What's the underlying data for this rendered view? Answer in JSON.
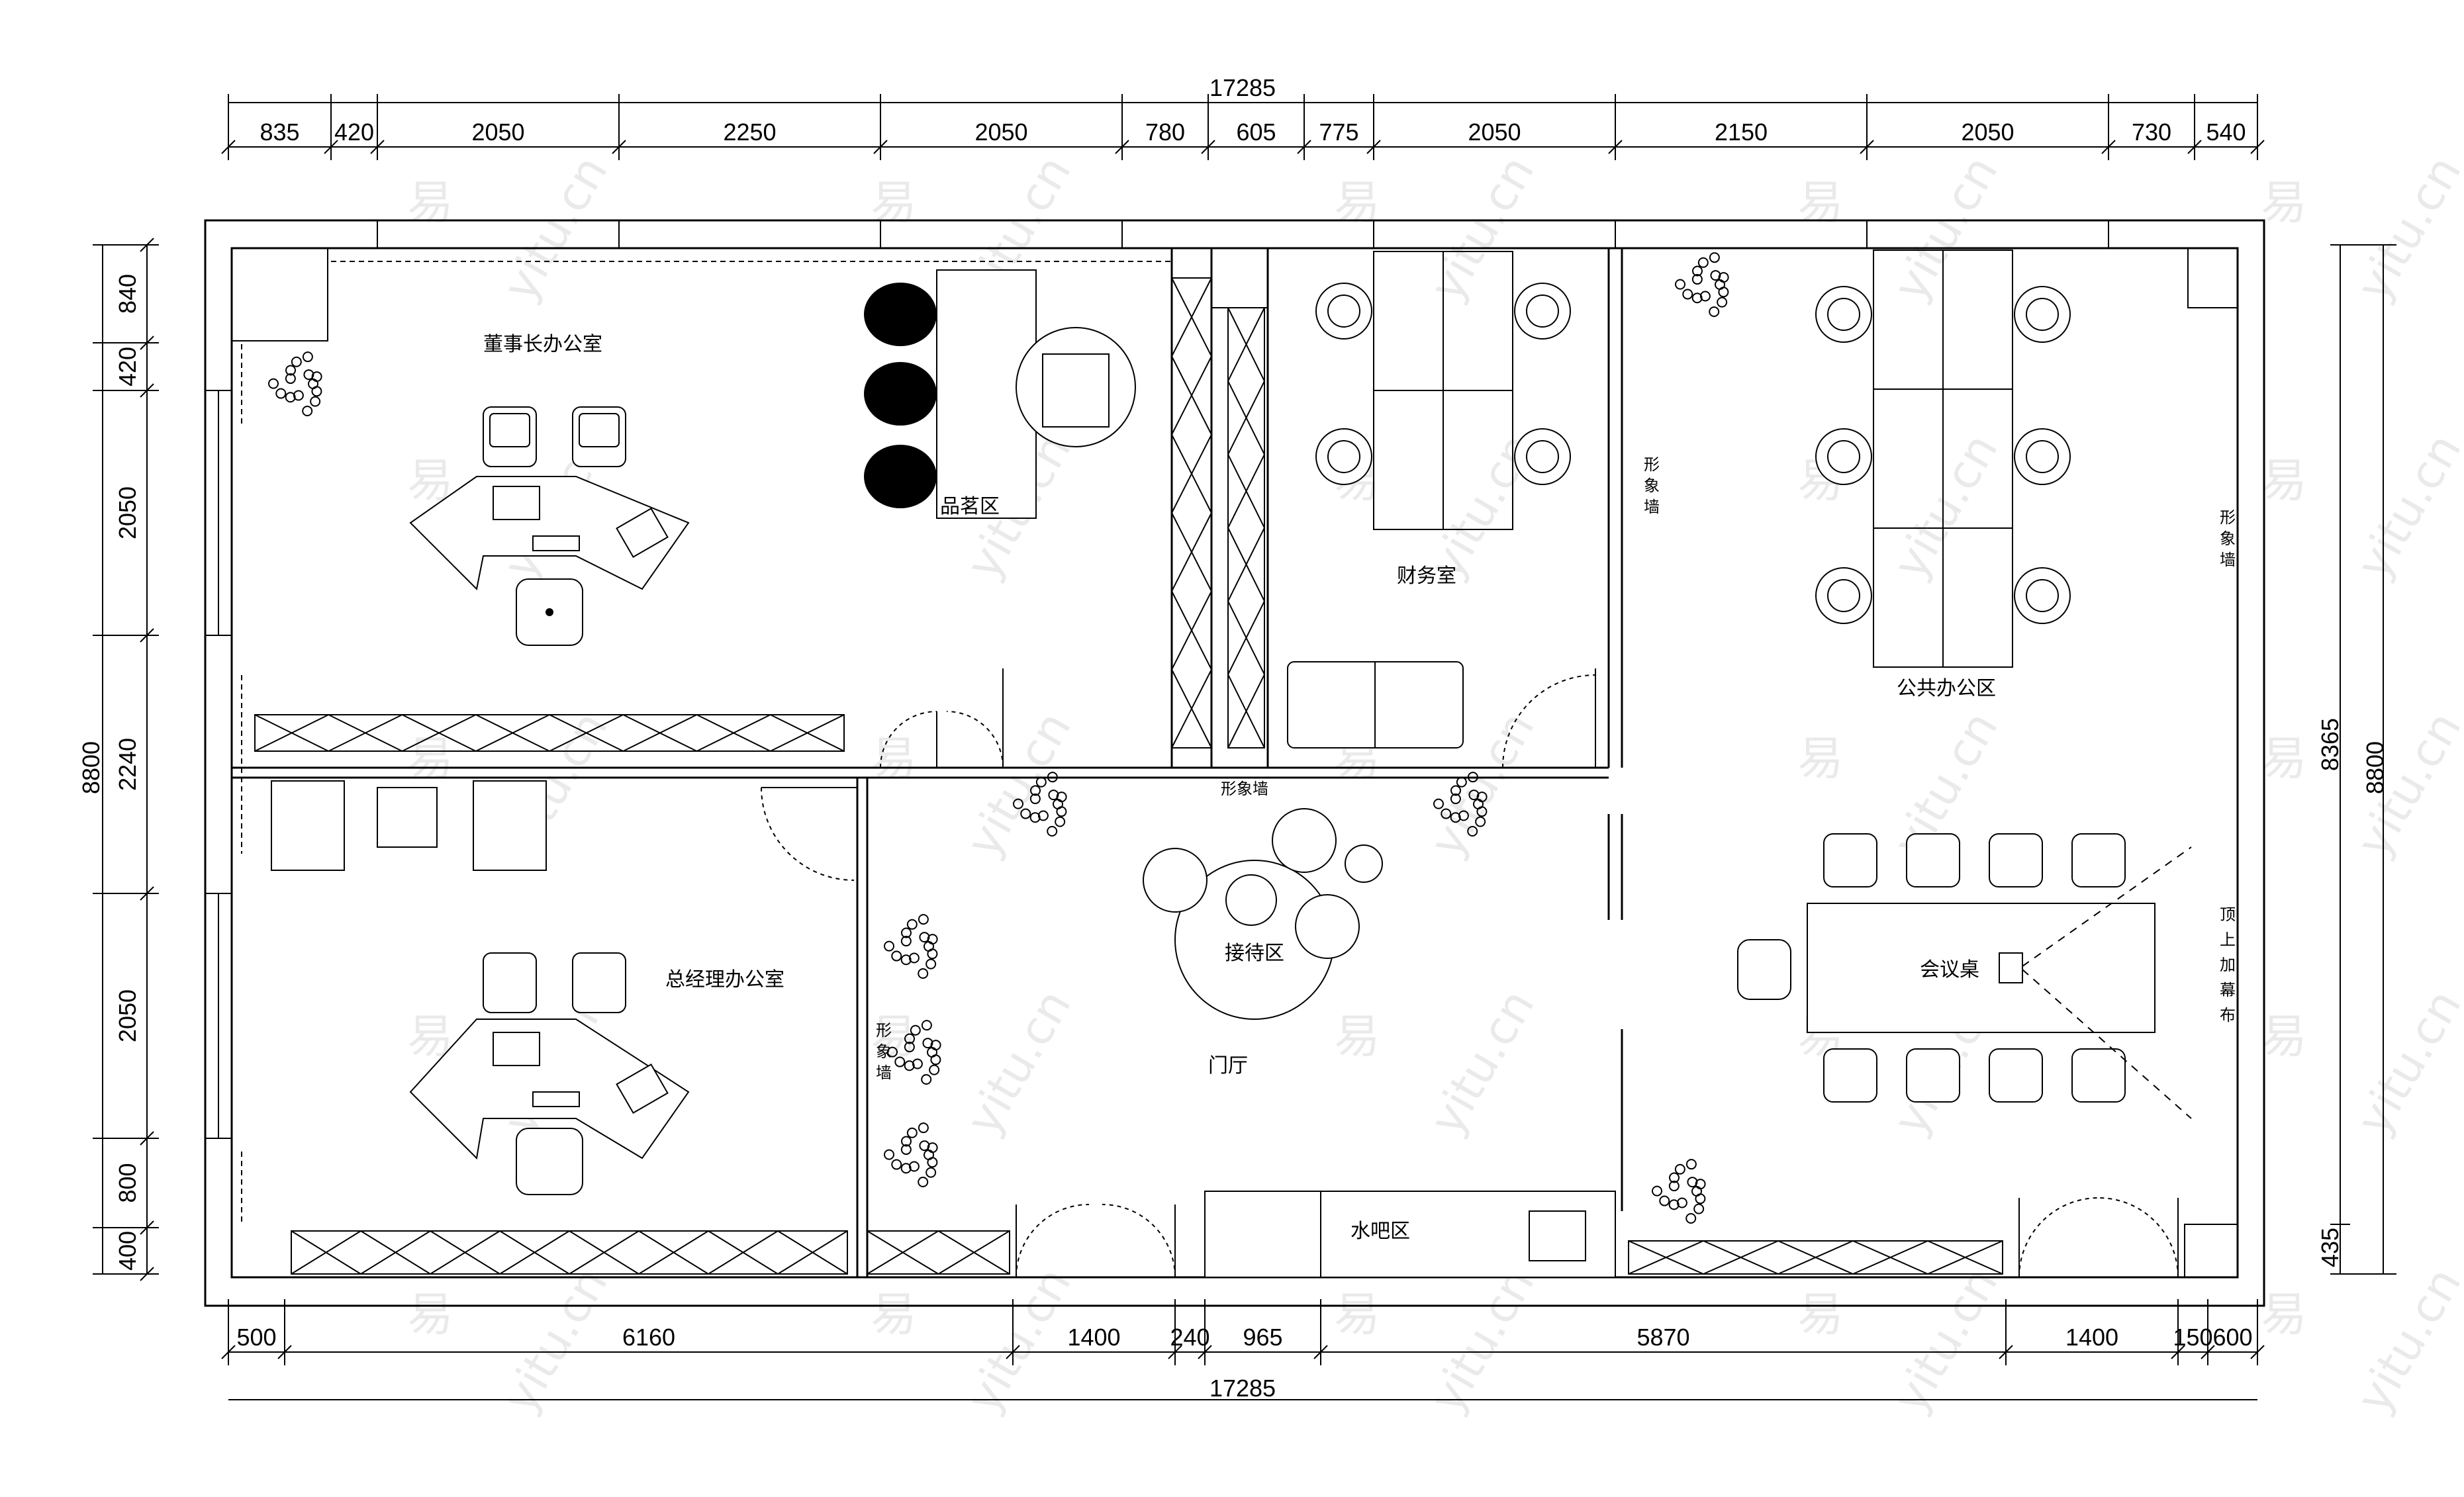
{
  "dimensions": {
    "top_total": "17285",
    "bottom_total": "17285",
    "top_segments": [
      "835",
      "420",
      "2050",
      "2250",
      "2050",
      "780",
      "605",
      "775",
      "2050",
      "2150",
      "2050",
      "730",
      "540"
    ],
    "bottom_segments": [
      "500",
      "6160",
      "1400",
      "240",
      "965",
      "5870",
      "1400",
      "150",
      "600"
    ],
    "left_total": "8800",
    "left_segments": [
      "840",
      "420",
      "2050",
      "2240",
      "2050",
      "800",
      "400"
    ],
    "right_total": "8800",
    "right_segments": [
      "8365",
      "435"
    ]
  },
  "rooms": {
    "chairman_office": "董事长办公室",
    "tea_area": "品茗区",
    "finance_room": "财务室",
    "public_office": "公共办公区",
    "gm_office": "总经理办公室",
    "reception": "接待区",
    "lobby": "门厅",
    "water_bar": "水吧区",
    "meeting_table": "会议桌"
  },
  "labels": {
    "image_wall_horizontal": "形象墙",
    "image_wall_left_v": "形象墙",
    "image_wall_mid_v": "形象墙",
    "image_wall_right_v": "形象墙",
    "projection_curtain": "顶上加幕布"
  },
  "watermark": {
    "glyph": "易",
    "site": "yitu.cn"
  },
  "colors": {
    "line": "#000000",
    "background": "#ffffff",
    "watermark": "#d9d9d9"
  }
}
